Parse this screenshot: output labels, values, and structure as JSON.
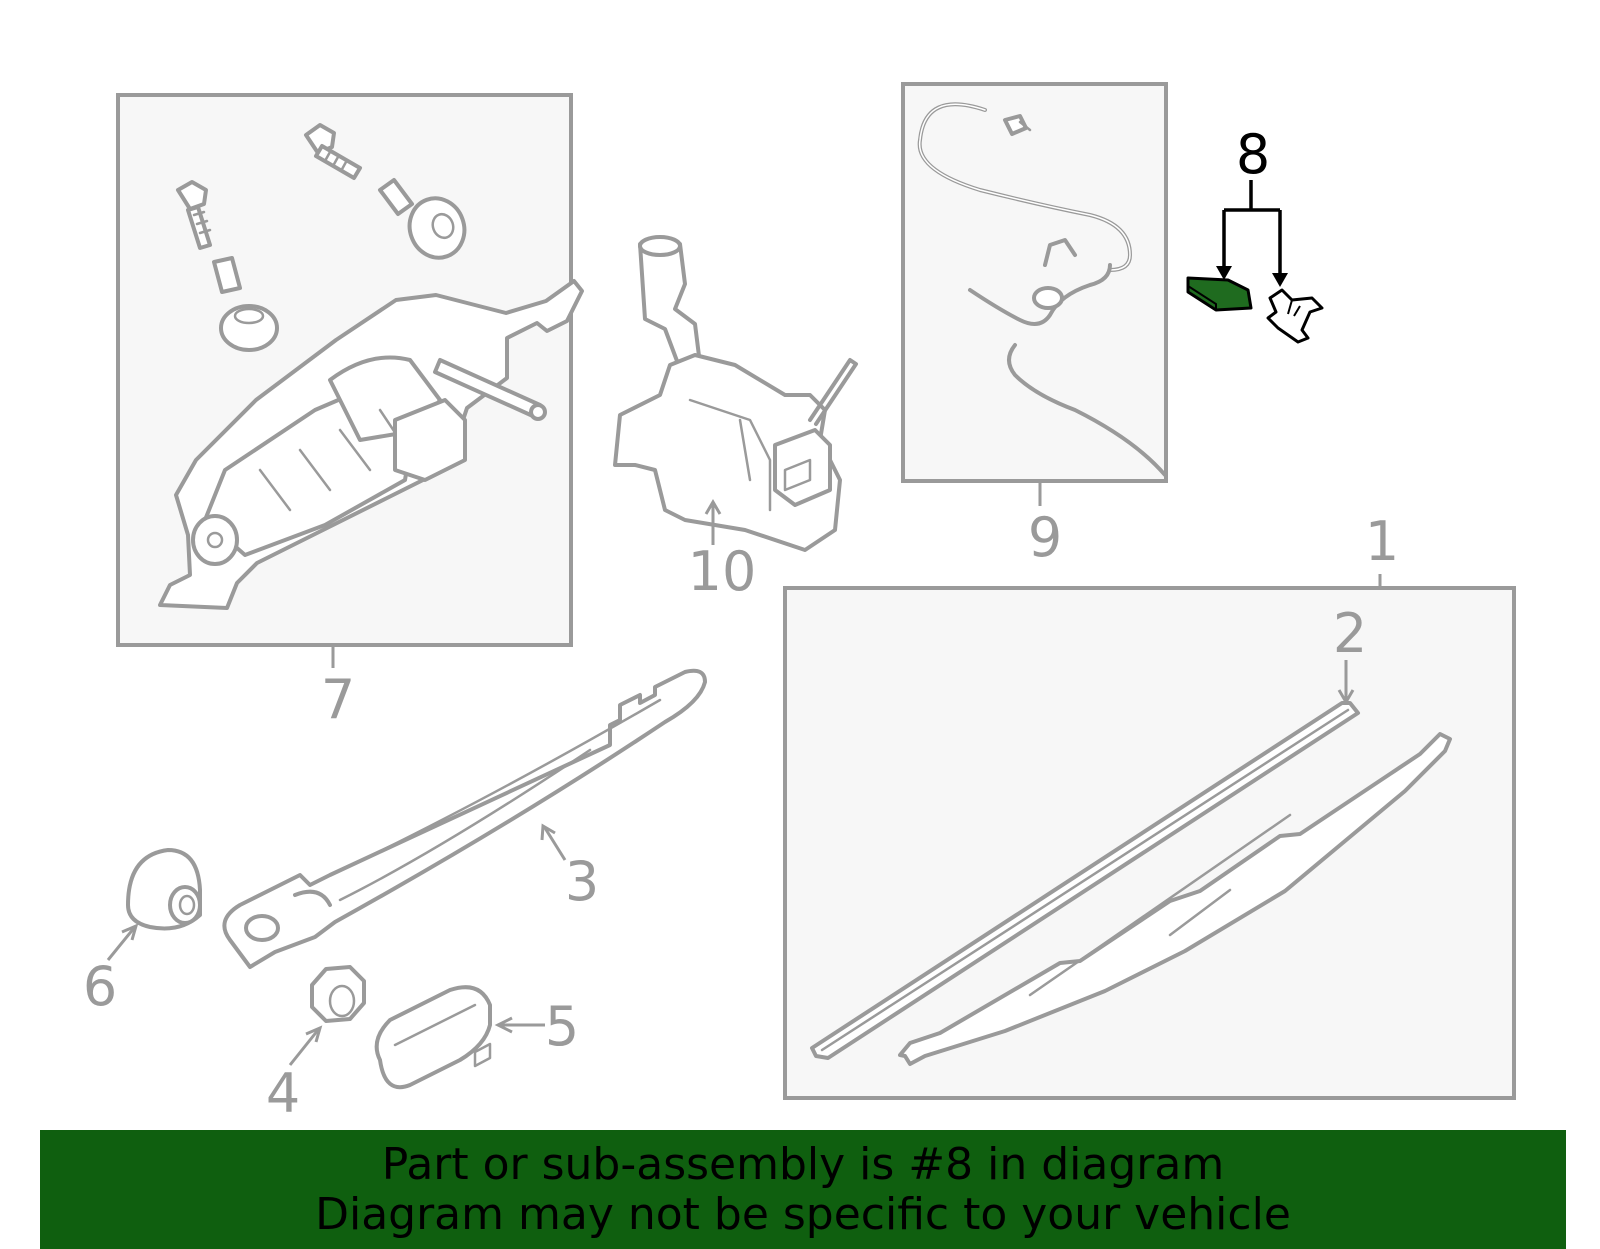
{
  "callouts": {
    "c1": "1",
    "c2": "2",
    "c3": "3",
    "c4": "4",
    "c5": "5",
    "c6": "6",
    "c7": "7",
    "c8": "8",
    "c9": "9",
    "c10": "10"
  },
  "highlighted_part": "8",
  "colors": {
    "line_gray": "#9a9a9a",
    "box_fill": "#f7f7f7",
    "highlight_green": "#1f6b1f",
    "banner_green": "#0f5f0f",
    "callout_highlight": "#000000"
  },
  "banner": {
    "line1": "Part or sub-assembly is #8 in diagram",
    "line2": "Diagram may not be specific to your vehicle"
  }
}
